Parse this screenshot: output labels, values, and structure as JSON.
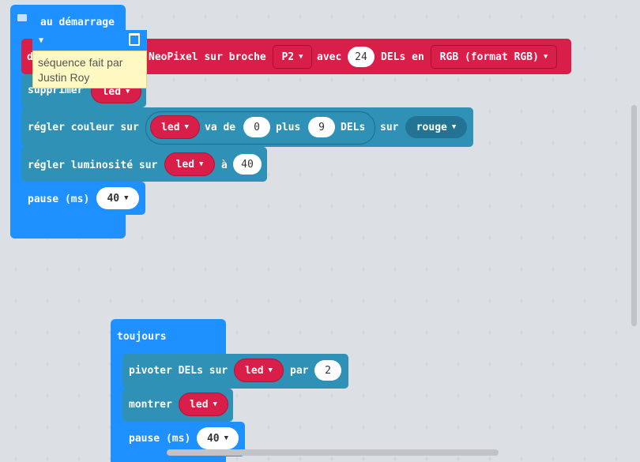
{
  "on_start": {
    "title": "au démarrage",
    "comment": {
      "text_line1": "séquence fait par",
      "text_line2": "Justin Roy"
    },
    "neopixel": {
      "prefix": "d",
      "label_pin": "NeoPixel sur broche",
      "pin": "P2",
      "label_with": "avec",
      "count": "24",
      "label_leds": "DELs en",
      "mode": "RGB (format RGB)"
    },
    "clear": {
      "label": "supprimer",
      "var": "led"
    },
    "set_color": {
      "label": "régler couleur sur",
      "var": "led",
      "range_from_label": "va de",
      "from": "0",
      "plus_label": "plus",
      "count": "9",
      "dels_label": "DELs",
      "on_label": "sur",
      "color": "rouge"
    },
    "brightness": {
      "label": "régler luminosité sur",
      "var": "led",
      "to_label": "à",
      "value": "40"
    },
    "pause": {
      "label": "pause (ms)",
      "value": "40"
    }
  },
  "forever": {
    "title": "toujours",
    "rotate": {
      "label": "pivoter DELs sur",
      "var": "led",
      "by_label": "par",
      "value": "2"
    },
    "show": {
      "label": "montrer",
      "var": "led"
    },
    "pause": {
      "label": "pause (ms)",
      "value": "40"
    }
  },
  "colors": {
    "basic": "#1e90ff",
    "neopixel": "#d91e4a",
    "neopixel_sub": "#2f91b5",
    "workspace": "#f1f3f5",
    "comment_bg": "#fef9c3"
  }
}
